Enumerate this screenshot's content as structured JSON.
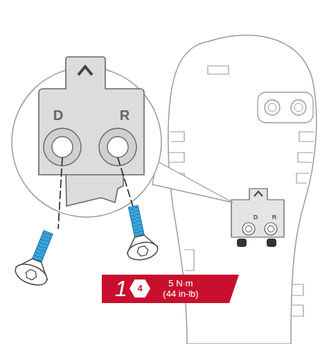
{
  "diagram": {
    "nodes": [
      {
        "text": [
          "1",
          "5 N·m (44 in-lb)"
        ]
      },
      {
        "text": [
          "4"
        ],
        "in": 0
      }
    ],
    "labels": [
      "D",
      "R",
      "D",
      "R"
    ]
  }
}
